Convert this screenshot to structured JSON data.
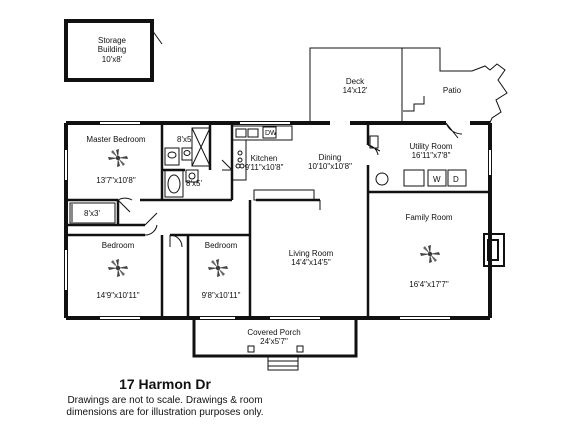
{
  "property": {
    "address": "17 Harmon Dr",
    "disclaimer_line1": "Drawings are not to scale. Drawings & room",
    "disclaimer_line2": "dimensions are for illustration purposes only."
  },
  "rooms": {
    "storage": {
      "name_line1": "Storage",
      "name_line2": "Building",
      "size": "10'x8'"
    },
    "deck": {
      "name": "Deck",
      "size": "14'x12'"
    },
    "patio": {
      "name": "Patio"
    },
    "master_bedroom": {
      "name": "Master Bedroom",
      "size": "13'7\"x10'8\""
    },
    "master_bath": {
      "size": "8'x5'"
    },
    "hall_bath": {
      "size": "8'x5'"
    },
    "master_closet": {
      "size": "8'x3'"
    },
    "kitchen": {
      "name": "Kitchen",
      "size": "9'11\"x10'8\""
    },
    "dining": {
      "name": "Dining",
      "size": "10'10\"x10'8\""
    },
    "utility_room": {
      "name": "Utility Room",
      "size": "16'11\"x7'8\""
    },
    "family_room": {
      "name": "Family Room",
      "size": "16'4\"x17'7\""
    },
    "bedroom_2": {
      "name": "Bedroom",
      "size": "14'9\"x10'11\""
    },
    "bedroom_3": {
      "name": "Bedroom",
      "size": "9'8\"x10'11\""
    },
    "living_room": {
      "name": "Living Room",
      "size": "14'4\"x14'5\""
    },
    "covered_porch": {
      "name": "Covered Porch",
      "size": "24'x5'7\""
    }
  },
  "appliances": {
    "dishwasher": "DW",
    "washer": "W",
    "dryer": "D"
  }
}
